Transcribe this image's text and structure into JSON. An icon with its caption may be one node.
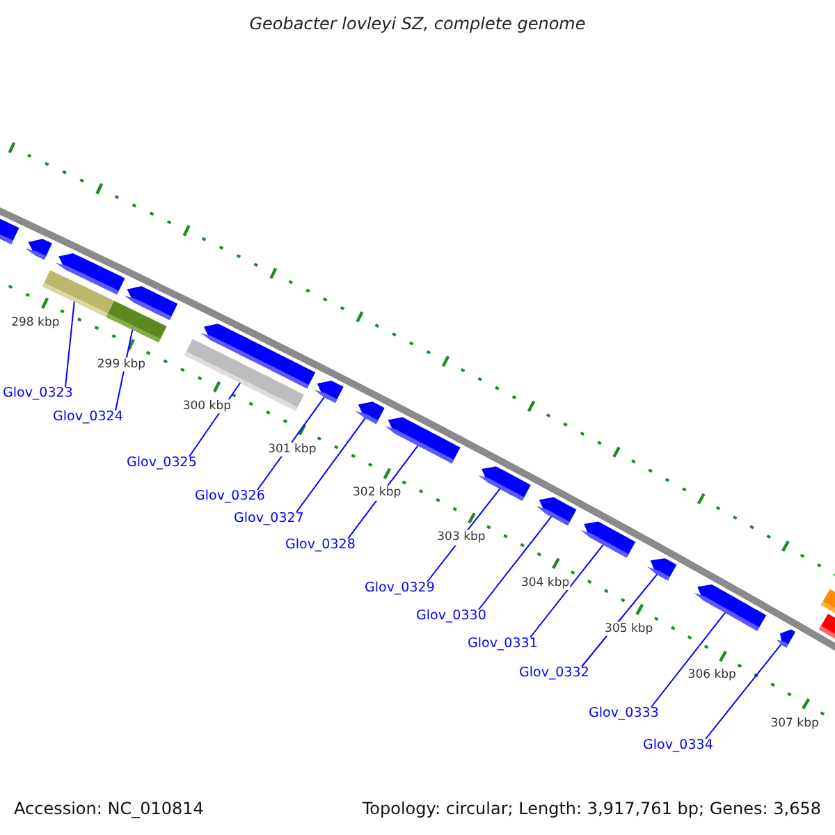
{
  "diagram": {
    "title": "Geobacter lovleyi SZ, complete genome",
    "nodes": [
      {
        "text": [],
        "shape": "arrow"
      },
      {
        "text": [],
        "shape": "arrow"
      },
      {
        "text": [],
        "shape": "bar"
      },
      {
        "text": [],
        "shape": "arrow"
      },
      {
        "text": [],
        "shape": "bar"
      },
      {
        "text": [],
        "shape": "arrow"
      },
      {
        "text": [],
        "shape": "bar"
      },
      {
        "text": [],
        "shape": "arrow"
      },
      {
        "text": [],
        "shape": "arrow"
      },
      {
        "text": [],
        "shape": "arrow"
      },
      {
        "text": [],
        "shape": "arrow"
      },
      {
        "text": [],
        "shape": "arrow"
      },
      {
        "text": [],
        "shape": "arrow"
      },
      {
        "text": [],
        "shape": "arrow"
      },
      {
        "text": [],
        "shape": "arrow"
      },
      {
        "text": [],
        "shape": "arrow"
      },
      {
        "text": [],
        "shape": "arrow"
      },
      {
        "text": [],
        "shape": "bar"
      },
      {
        "text": [],
        "shape": "bar"
      },
      {
        "text": [
          "Glov_0323"
        ]
      },
      {
        "text": [
          "Glov_0324"
        ]
      },
      {
        "text": [
          "Glov_0325"
        ]
      },
      {
        "text": [
          "Glov_0326"
        ]
      },
      {
        "text": [
          "Glov_0327"
        ]
      },
      {
        "text": [
          "Glov_0328"
        ]
      },
      {
        "text": [
          "Glov_0329"
        ]
      },
      {
        "text": [
          "Glov_0330"
        ]
      },
      {
        "text": [
          "Glov_0331"
        ]
      },
      {
        "text": [
          "Glov_0332"
        ]
      },
      {
        "text": [
          "Glov_0333"
        ]
      },
      {
        "text": [
          "Glov_0334"
        ]
      }
    ],
    "edges": [
      {
        "from": 19,
        "to": 2,
        "arrow": "none"
      },
      {
        "from": 20,
        "to": 4,
        "arrow": "none"
      },
      {
        "from": 21,
        "to": 6,
        "arrow": "none"
      },
      {
        "from": 22,
        "to": 8,
        "arrow": "none"
      },
      {
        "from": 23,
        "to": 9,
        "arrow": "none"
      },
      {
        "from": 24,
        "to": 10,
        "arrow": "none"
      },
      {
        "from": 25,
        "to": 11,
        "arrow": "none"
      },
      {
        "from": 26,
        "to": 12,
        "arrow": "none"
      },
      {
        "from": 27,
        "to": 13,
        "arrow": "none"
      },
      {
        "from": 28,
        "to": 14,
        "arrow": "none"
      },
      {
        "from": 29,
        "to": 15,
        "arrow": "none"
      },
      {
        "from": 30,
        "to": 16,
        "arrow": "none"
      }
    ],
    "labels": [
      "298 kbp",
      "299 kbp",
      "300 kbp",
      "301 kbp",
      "302 kbp",
      "303 kbp",
      "304 kbp",
      "305 kbp",
      "306 kbp",
      "307 kbp",
      "Accession: NC_010814",
      "Topology: circular; Length: 3,917,761 bp; Genes: 3,658"
    ]
  }
}
